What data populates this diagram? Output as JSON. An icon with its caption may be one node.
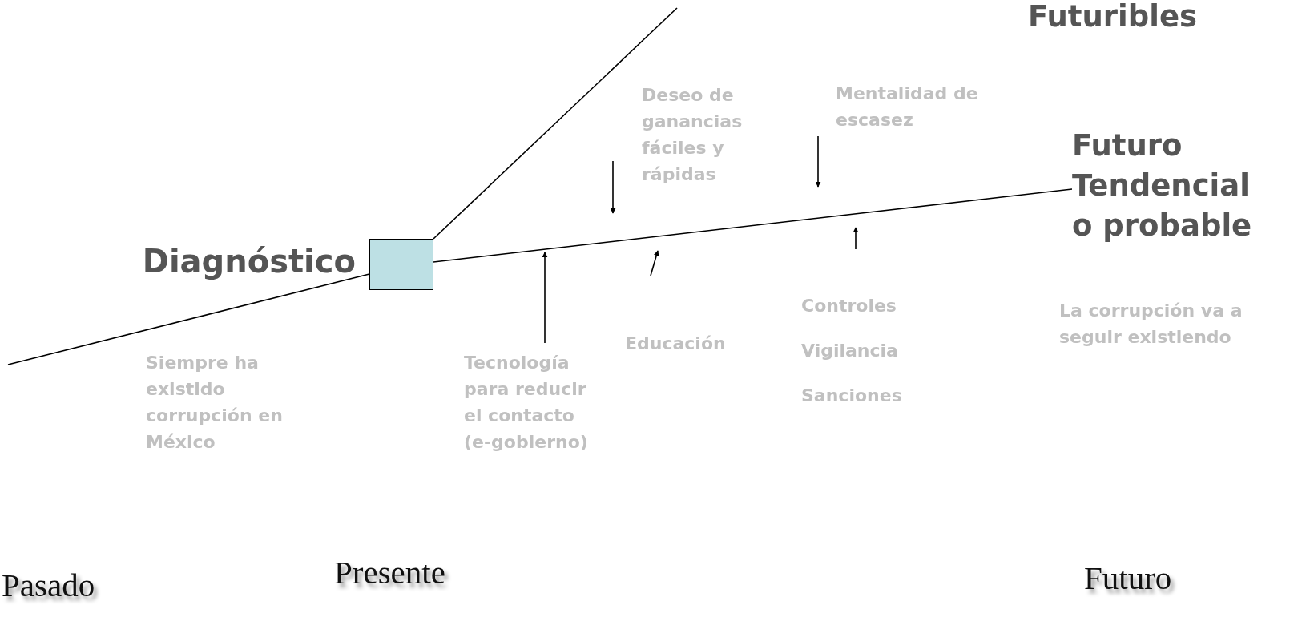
{
  "diagram": {
    "nodes": [
      {
        "text": [],
        "shape": "box",
        "beside": [
          "Diagnóstico"
        ]
      },
      {
        "text": [
          "Tecnología para reducir el contacto (e-gobierno)"
        ]
      },
      {
        "text": [
          "Deseo de ganancias fáciles y rápidas"
        ]
      },
      {
        "text": [
          "Educación"
        ]
      },
      {
        "text": [
          "Mentalidad de escasez"
        ]
      },
      {
        "text": [
          "Controles",
          "Vigilancia",
          "Sanciones"
        ]
      },
      {
        "text": [
          "Futuro Tendencial o probable"
        ]
      }
    ],
    "edges": [
      {
        "from": null,
        "to": 0,
        "arrow": "none"
      },
      {
        "from": 0,
        "to": 6,
        "arrow": "none"
      },
      {
        "from": 0,
        "to": null,
        "arrow": "none"
      },
      {
        "from": 1,
        "to": null,
        "arrow": "to"
      }
    ],
    "labels": [
      "Futuribles",
      "Siempre ha existido corrupción en México",
      "La corrupción va a seguir existiendo",
      "Pasado",
      "Presente",
      "Futuro"
    ]
  }
}
